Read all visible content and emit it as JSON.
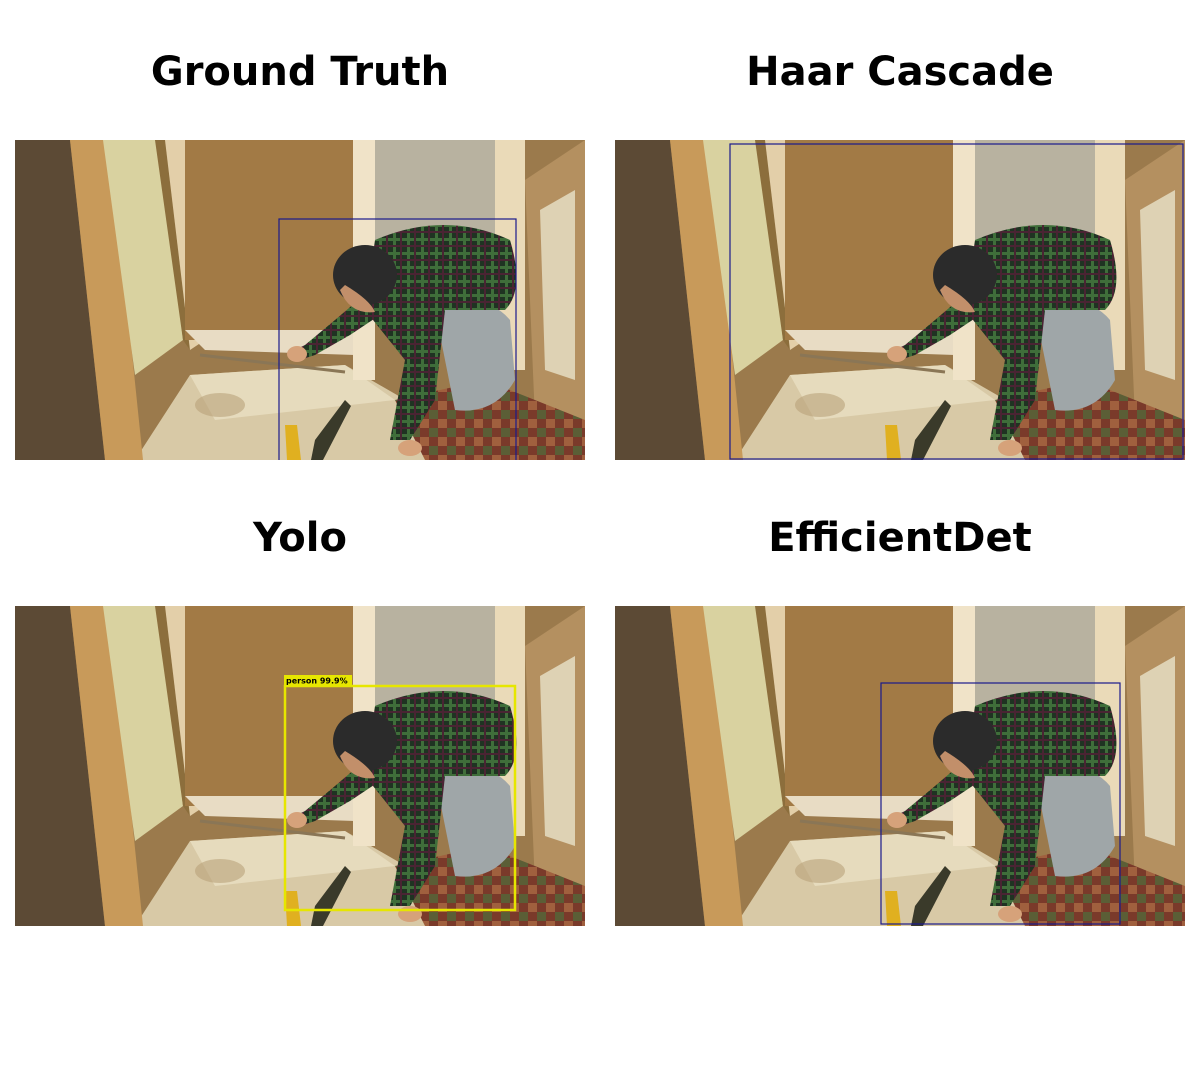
{
  "panels": [
    {
      "title": "Ground Truth",
      "box": {
        "color": "#1a1a8c",
        "label": "",
        "label_bg": ""
      }
    },
    {
      "title": "Haar Cascade",
      "box": {
        "color": "#1a1a8c",
        "label": "",
        "label_bg": ""
      }
    },
    {
      "title": "Yolo",
      "box": {
        "color": "#e6e600",
        "label": "person 99.9%",
        "label_bg": "#e6e600"
      }
    },
    {
      "title": "EfficientDet",
      "box": {
        "color": "#1a1a8c",
        "label": "",
        "label_bg": ""
      }
    }
  ]
}
